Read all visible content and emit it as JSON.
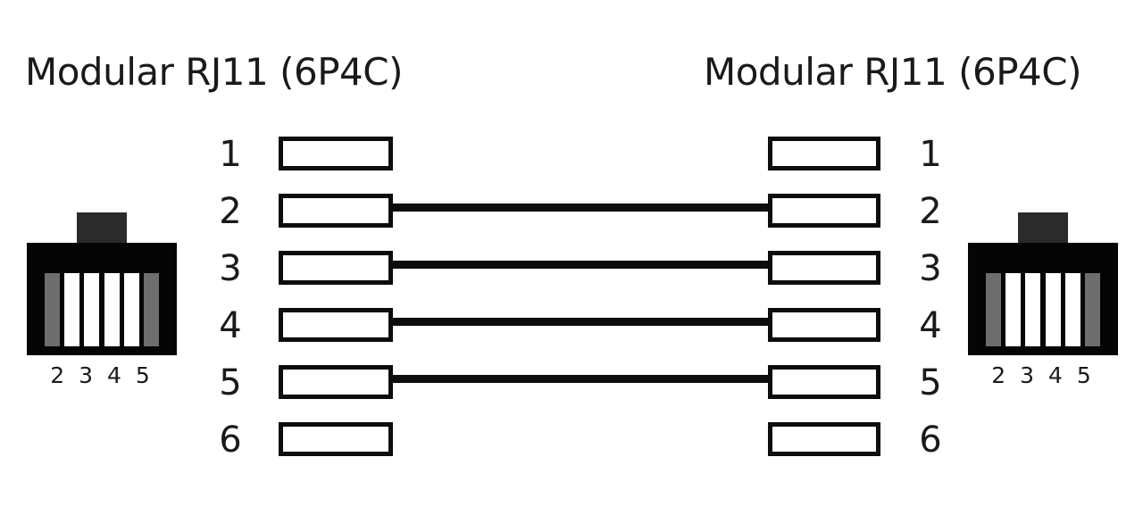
{
  "diagram": {
    "background_color": "#ffffff",
    "line_color": "#0d0d0d",
    "left_title": "Modular RJ11 (6P4C)",
    "right_title": "Modular RJ11 (6P4C)",
    "pin_numbers": [
      "1",
      "2",
      "3",
      "4",
      "5",
      "6"
    ],
    "left_pin_numbers": [
      "1",
      "2",
      "3",
      "4",
      "5",
      "6"
    ],
    "right_pin_numbers": [
      "1",
      "2",
      "3",
      "4",
      "5",
      "6"
    ],
    "connector_caption": "2 3 4 5",
    "left_connector": {
      "caption": "2 3 4 5",
      "body_color": "#050505",
      "tab_color": "#2b2b2b",
      "slots": [
        "gray",
        "white",
        "white",
        "white",
        "white",
        "gray"
      ],
      "active_slot_color": "#ffffff",
      "inactive_slot_color": "#6e6e6e"
    },
    "right_connector": {
      "caption": "2 3 4 5",
      "body_color": "#050505",
      "tab_color": "#2b2b2b",
      "slots": [
        "gray",
        "white",
        "white",
        "white",
        "white",
        "gray"
      ],
      "active_slot_color": "#ffffff",
      "inactive_slot_color": "#6e6e6e"
    },
    "wiring": {
      "scheme": "straight-through",
      "connections": [
        {
          "left_pin": "2",
          "right_pin": "2"
        },
        {
          "left_pin": "3",
          "right_pin": "3"
        },
        {
          "left_pin": "4",
          "right_pin": "4"
        },
        {
          "left_pin": "5",
          "right_pin": "5"
        }
      ],
      "unconnected_pins": [
        "1",
        "6"
      ]
    }
  }
}
